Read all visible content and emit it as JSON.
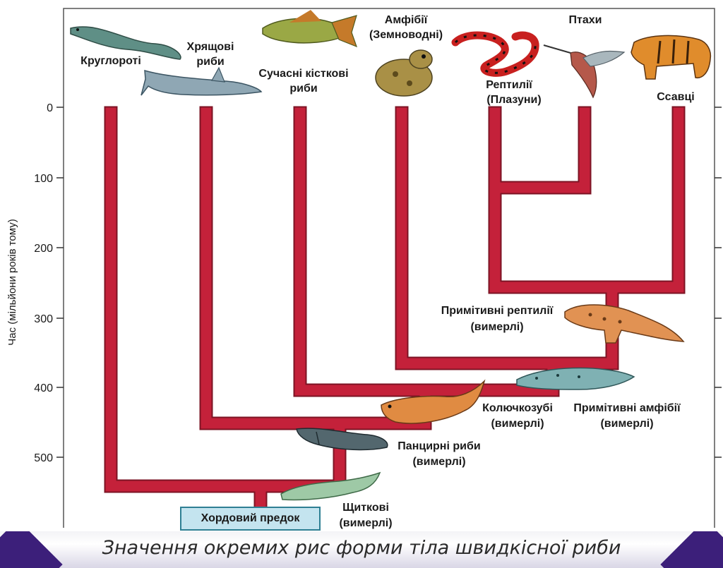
{
  "axis": {
    "title": "Час (мільйони років тому)",
    "ticks": [
      "0",
      "100",
      "200",
      "300",
      "400",
      "500"
    ]
  },
  "labels": {
    "lamprey": "Круглороті",
    "cartilaginous_1": "Хрящові",
    "cartilaginous_2": "риби",
    "bony_1": "Сучасні кісткові",
    "bony_2": "риби",
    "amphibians_1": "Амфібії",
    "amphibians_2": "(Земноводні)",
    "reptiles_1": "Рептилії",
    "reptiles_2": "(Плазуни)",
    "birds": "Птахи",
    "mammals": "Ссавці",
    "prim_reptiles_1": "Примітивні рептилії",
    "prim_reptiles_2": "(вимерлі)",
    "acanthodians_1": "Колючкозубі",
    "acanthodians_2": "(вимерлі)",
    "prim_amphibians_1": "Примітивні амфібії",
    "prim_amphibians_2": "(вимерлі)",
    "placoderms_1": "Панцирні риби",
    "placoderms_2": "(вимерлі)",
    "ostracoderms_1": "Щиткові",
    "ostracoderms_2": "(вимерлі)"
  },
  "ancestor": "Хордовий предок",
  "caption": "Значення окремих рис форми тіла швидкісної риби",
  "colors": {
    "branch": "#c4213a",
    "branch_outline": "#7c1424",
    "frame": "#555555"
  },
  "icons": [
    "lamprey-icon",
    "shark-icon",
    "perch-icon",
    "frog-icon",
    "snake-icon",
    "hummingbird-icon",
    "tiger-icon",
    "ancient-reptile-icon",
    "ancient-amphibian-icon",
    "acanthodian-fish-icon",
    "placoderm-fish-icon",
    "ostracoderm-fish-icon"
  ]
}
